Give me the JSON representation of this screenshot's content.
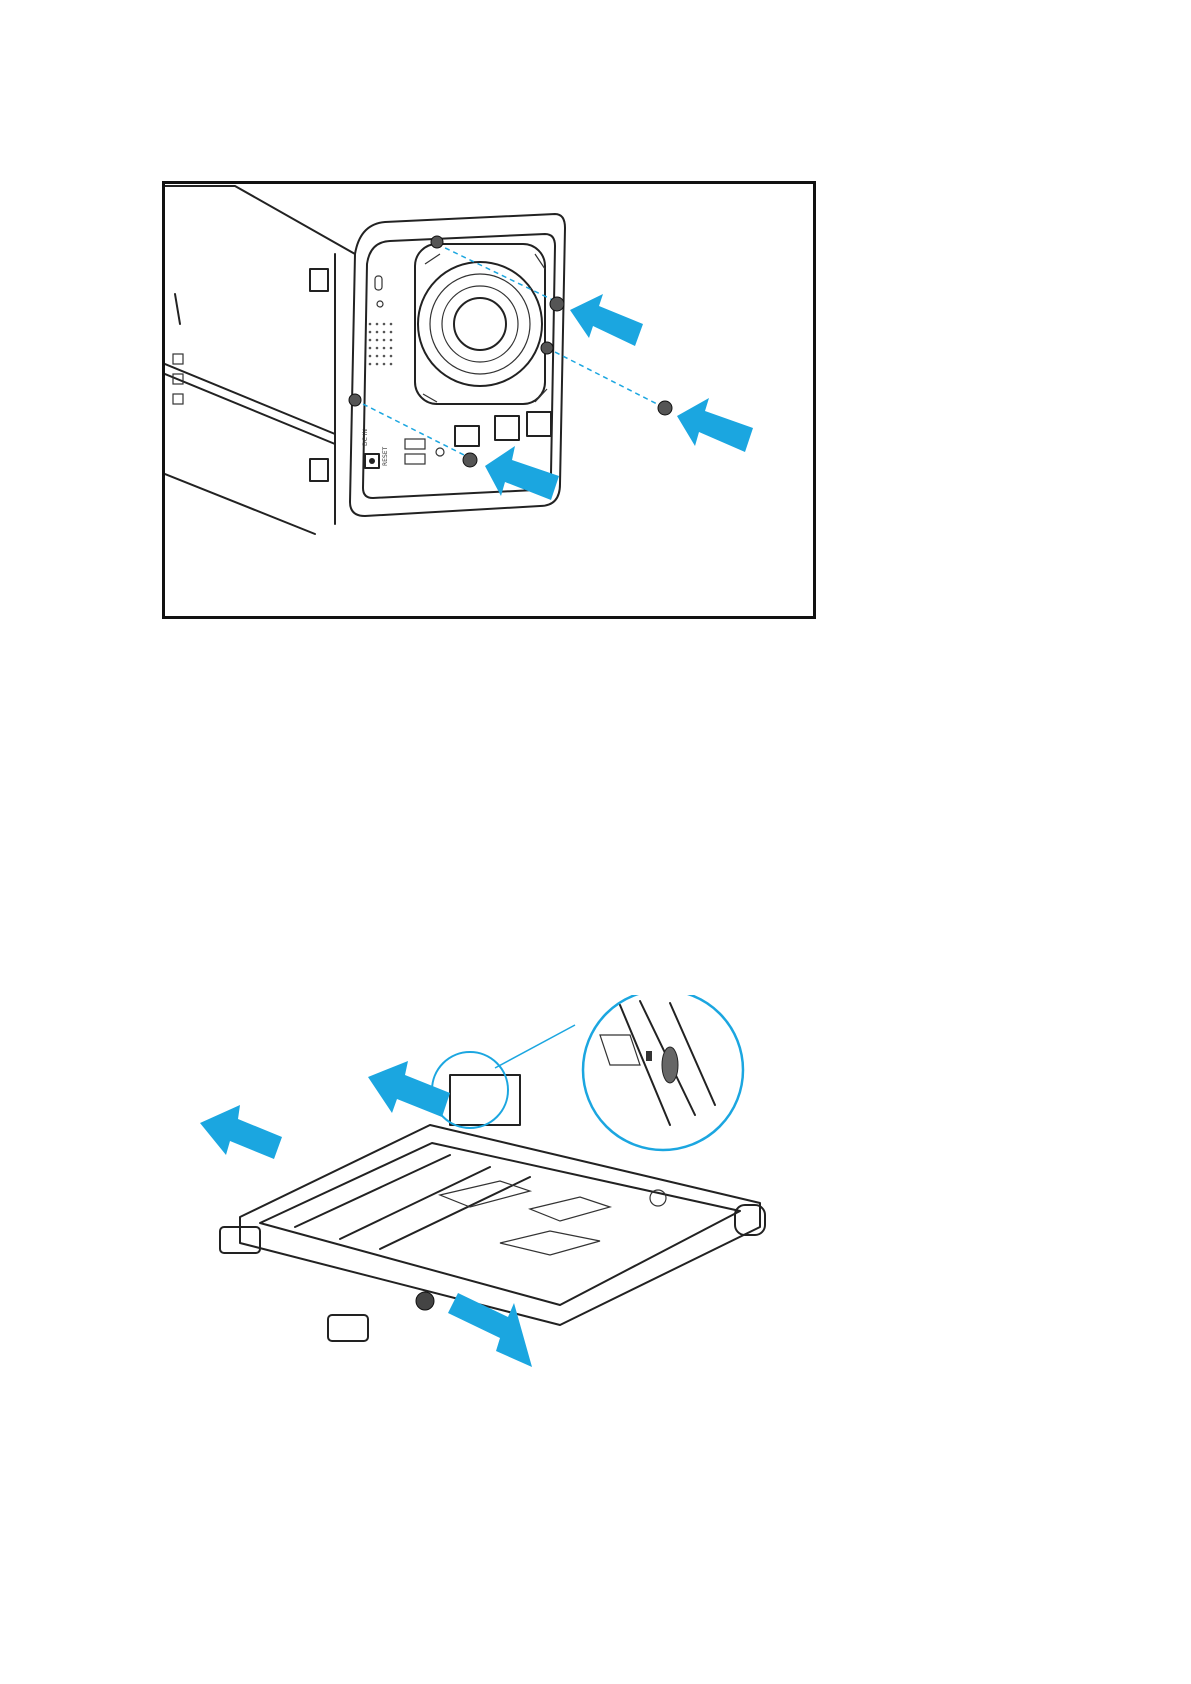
{
  "colors": {
    "accent": "#1ba6e0",
    "line": "#222222",
    "panel": "#ffffff"
  },
  "figure1": {
    "name": "rear-screw-installation",
    "ports_labels": [
      "DC IN",
      "RESET"
    ],
    "icons": [
      "screw-icon",
      "arrow-icon",
      "fan-icon",
      "usb-port-icon",
      "ethernet-port-icon",
      "kensington-lock-icon"
    ]
  },
  "figure2": {
    "name": "drive-tray",
    "icons": [
      "arrow-icon",
      "magnifier-icon",
      "tray-latch-icon"
    ]
  }
}
